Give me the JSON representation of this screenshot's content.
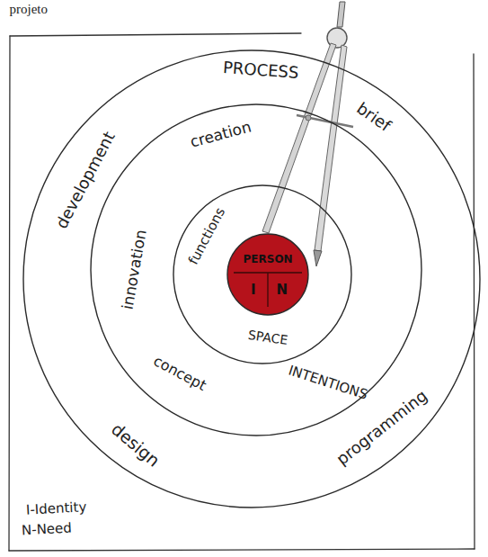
{
  "diagram": {
    "nodes": [
      {
        "text": [
          "PROCESS",
          "brief",
          "development",
          "design",
          "programming"
        ]
      },
      {
        "text": [
          "creation",
          "innovation",
          "concept",
          "INTENTIONS"
        ],
        "in": 0
      },
      {
        "text": [
          "functions",
          "SPACE"
        ],
        "in": 1
      },
      {
        "text": [
          "PERSON",
          "I",
          "N"
        ],
        "in": 2
      }
    ],
    "labels": [
      "projeto",
      "I-Identity",
      "N-Need"
    ]
  }
}
